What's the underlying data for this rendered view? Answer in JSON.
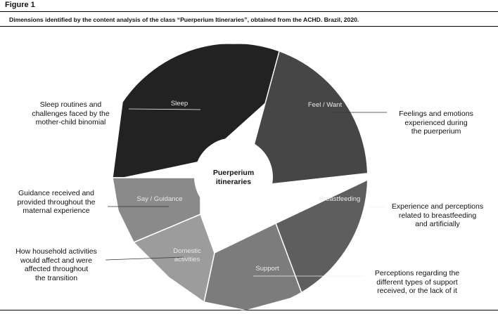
{
  "figure": {
    "label": "Figure 1",
    "caption": "Dimensions identified by the content analysis of the class “Puerperium Itineraries”, obtained from the ACHD. Brazil, 2020."
  },
  "center": {
    "line1": "Puerperium",
    "line2": "itineraries"
  },
  "segments": [
    {
      "id": "sleep",
      "label_lines": [
        "Sleep"
      ],
      "color": "#222222",
      "description": [
        "Sleep routines and",
        "challenges faced by the",
        "mother-child binomial"
      ]
    },
    {
      "id": "feel-want",
      "label_lines": [
        "Feel / Want"
      ],
      "color": "#464646",
      "description": [
        "Feelings and emotions",
        "experienced during",
        "the puerperium"
      ]
    },
    {
      "id": "breastfeeding",
      "label_lines": [
        "Breastfeeding"
      ],
      "color": "#5e5e5e",
      "description": [
        "Experience and perceptions",
        "related to breastfeeding",
        "and artificially"
      ]
    },
    {
      "id": "support",
      "label_lines": [
        "Support"
      ],
      "color": "#7c7c7c",
      "description": [
        "Perceptions regarding the",
        "different types of support",
        "received, or the lack of it"
      ]
    },
    {
      "id": "domestic-activities",
      "label_lines": [
        "Domestic",
        "activities"
      ],
      "color": "#9c9c9c",
      "description": [
        "How household activities",
        "would affect and were",
        "affected throughout",
        "the transition"
      ]
    },
    {
      "id": "say-guidance",
      "label_lines": [
        "Say / Guidance"
      ],
      "color": "#8a8a8a",
      "description": [
        "Guidance received and",
        "provided throughout the",
        "maternal experience"
      ]
    }
  ]
}
